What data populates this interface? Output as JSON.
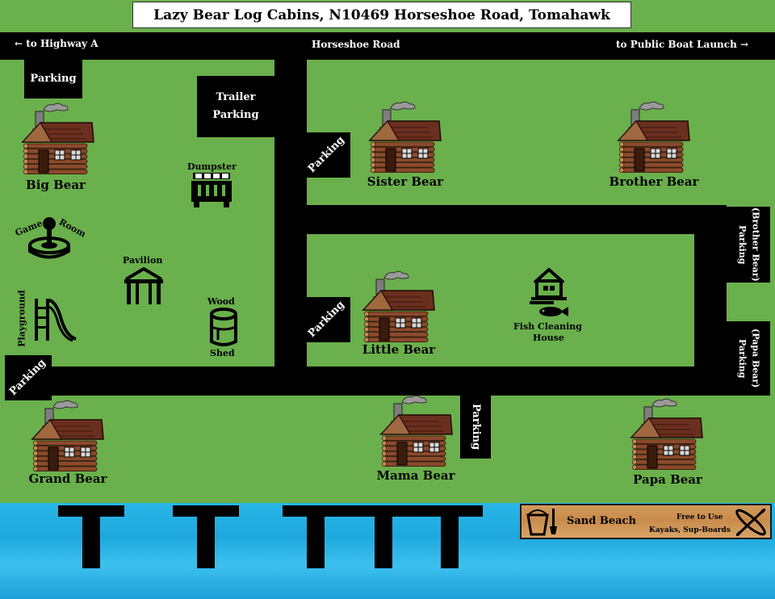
{
  "title": "Lazy Bear Log Cabins, N10469 Horseshoe Road, Tomahawk",
  "road": {
    "name": "Horseshoe Road",
    "left_direction": "← to Highway A",
    "right_direction": "to Public Boat Launch →"
  },
  "parking": {
    "label": "Parking",
    "trailer_line1": "Trailer",
    "trailer_line2": "Parking",
    "brother_bear": "(Brother Bear)",
    "papa_bear": "(Papa Bear)"
  },
  "cabins": {
    "big_bear": "Big Bear",
    "sister_bear": "Sister Bear",
    "brother_bear": "Brother Bear",
    "little_bear": "Little Bear",
    "grand_bear": "Grand Bear",
    "mama_bear": "Mama Bear",
    "papa_bear": "Papa Bear"
  },
  "amenities": {
    "dumpster": "Dumpster",
    "game_room_1": "Game",
    "game_room_2": "Room",
    "pavilion": "Pavilion",
    "playground": "Playground",
    "wood": "Wood",
    "shed": "Shed",
    "fish_cleaning_1": "Fish Cleaning",
    "fish_cleaning_2": "House"
  },
  "beach": {
    "name": "Sand Beach",
    "note_line1": "Free to Use",
    "note_line2": "Kayaks, Sup-Boards"
  },
  "colors": {
    "grass": "#6ab04c",
    "road": "#000000",
    "water": "#29b6e8",
    "cabin_log": "#8b4a2b",
    "roof": "#6b2f1f",
    "sign_wood": "#d29a5a"
  }
}
